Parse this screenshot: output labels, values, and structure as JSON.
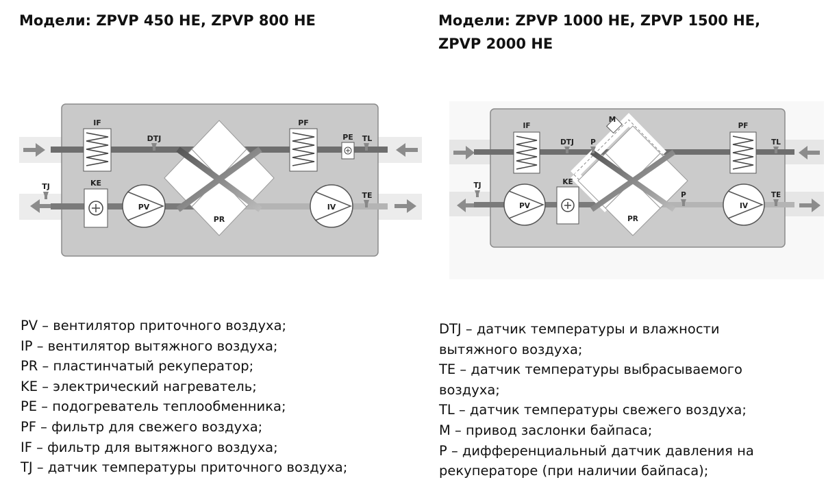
{
  "titles": {
    "left": "Модели: ZPVP 450 HE,  ZPVP 800 HE",
    "right_line1": "Модели: ZPVP 1000 HE, ZPVP 1500 HE,",
    "right_line2": "ZPVP 2000 HE"
  },
  "diagram_labels": {
    "IF": "IF",
    "DTJ": "DTJ",
    "PF": "PF",
    "PE": "PE",
    "TL": "TL",
    "TJ": "TJ",
    "KE": "KE",
    "PV": "PV",
    "PR": "PR",
    "IV": "IV",
    "TE": "TE",
    "M": "M",
    "P": "P"
  },
  "legend_left": [
    "PV – вентилятор приточного воздуха;",
    "IP – вентилятор вытяжного воздуха;",
    "PR – пластинчатый рекуператор;",
    "KE – электрический нагреватель;",
    "PE – подогреватель теплообменника;",
    "PF – фильтр для свежего воздуха;",
    "IF – фильтр для вытяжного воздуха;",
    "TJ – датчик температуры приточного воздуха;"
  ],
  "legend_right": [
    "DTJ – датчик температуры и влажности",
    "вытяжного воздуха;",
    "TE – датчик температуры выбрасываемого",
    "воздуха;",
    "TL – датчик температуры свежего воздуха;",
    "M – привод заслонки байпаса;",
    "P – дифференциальный датчик давления на",
    "рекуператоре (при наличии байпаса);"
  ],
  "colors": {
    "housing": "#c9c9c9",
    "housing_border": "#8a8a8a",
    "duct": "#eeeeee",
    "pipe": "#6e6e6e",
    "arrow": "#8c8c8c",
    "recuperator": "#ffffff"
  }
}
